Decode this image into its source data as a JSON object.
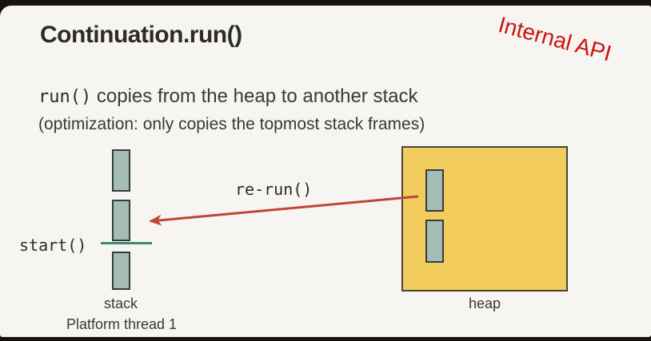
{
  "slide": {
    "title": "Continuation.run()",
    "stamp": "Internal API",
    "subtitle": {
      "code": "run()",
      "rest": " copies from the heap to another stack"
    },
    "note": "(optimization: only copies the topmost stack frames)",
    "diagram": {
      "stack": {
        "label": "stack",
        "thread_label": "Platform thread 1",
        "start_label": "start()",
        "frame_count": 3
      },
      "heap": {
        "label": "heap",
        "frame_count": 2
      },
      "arrow_label": "re-run()"
    }
  },
  "colors": {
    "slide_bg": "#f7f5f1",
    "outside_bg": "#16130f",
    "title_text": "#2d2a27",
    "body_text": "#3b3835",
    "stamp_red": "#cc1410",
    "arrow_red": "#bf4538",
    "frame_fill": "#a4bcb6",
    "frame_border": "#343d3a",
    "heap_fill": "#f2cc5c",
    "heap_border": "#45453a",
    "divider_green": "#3d8a6e"
  }
}
